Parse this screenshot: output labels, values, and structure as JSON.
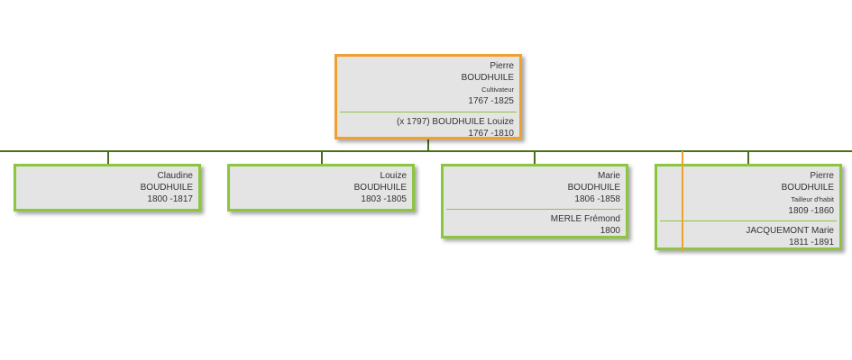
{
  "root": {
    "first_name": "Pierre",
    "last_name": "BOUDHUILE",
    "occupation": "Cultivateur",
    "dates": "1767  -1825",
    "spouse_line": "(x 1797)  BOUDHUILE  Louize",
    "spouse_dates": "1767  -1810"
  },
  "children": [
    {
      "first_name": "Claudine",
      "last_name": "BOUDHUILE",
      "dates": "1800  -1817"
    },
    {
      "first_name": "Louize",
      "last_name": "BOUDHUILE",
      "dates": "1803  -1805"
    },
    {
      "first_name": "Marie",
      "last_name": "BOUDHUILE",
      "dates": "1806  -1858",
      "spouse_name": "MERLE  Frémond",
      "spouse_dates": "1800"
    },
    {
      "first_name": "Pierre",
      "last_name": "BOUDHUILE",
      "occupation": "Tailleur d'habit",
      "dates": "1809  -1860",
      "spouse_name": "JACQUEMONT  Marie",
      "spouse_dates": "1811  -1891"
    }
  ],
  "colors": {
    "root_border": "#f0a030",
    "child_border": "#8cc63f",
    "connector": "#4a6e1c",
    "card_bg": "#e4e4e4"
  }
}
